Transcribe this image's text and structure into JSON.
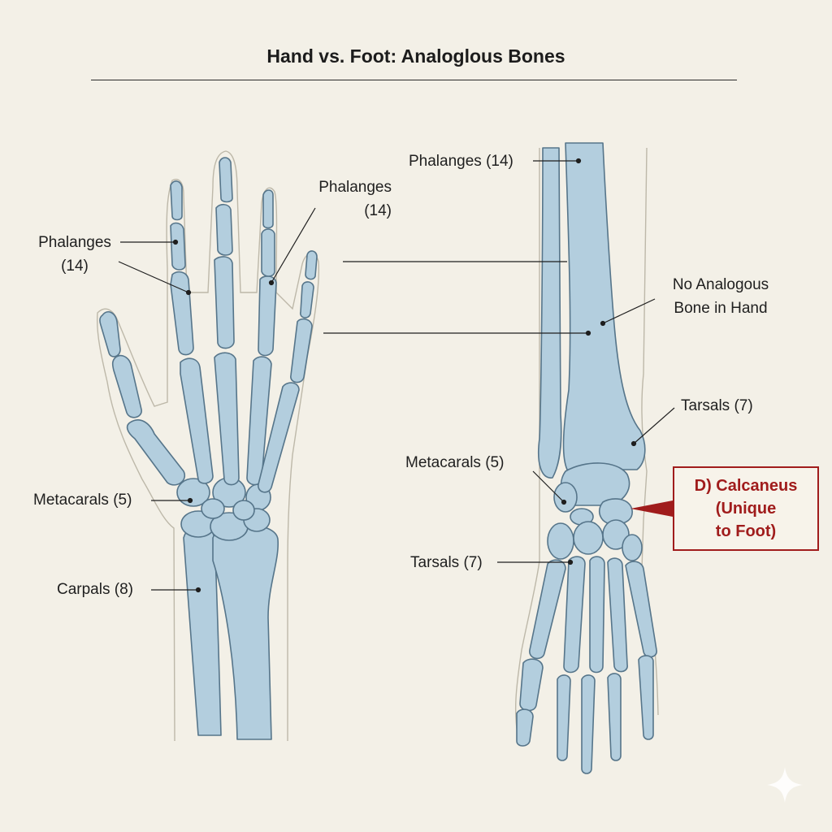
{
  "title": "Hand vs. Foot: Analoglous Bones",
  "colors": {
    "bone_fill": "#b3cede",
    "bone_stroke": "#56758a",
    "outline": "#bdb8a9",
    "leader": "#1f1f1f",
    "accent": "#a01c1c",
    "background": "#f3f0e7"
  },
  "hand_labels": {
    "phalanges_left": [
      "Phalanges",
      "(14)"
    ],
    "phalanges_right": [
      "Phalanges",
      "(14)"
    ],
    "metacarpals": "Metacarals (5)",
    "carpals": "Carpals (8)"
  },
  "foot_labels": {
    "phalanges": "Phalanges (14)",
    "no_analog": [
      "No Analogous",
      "Bone in Hand"
    ],
    "tarsals_upper": "Tarsals (7)",
    "metacarpals": "Metacarals (5)",
    "tarsals_lower": "Tarsals (7)"
  },
  "callout": {
    "text": [
      "D) Calcaneus",
      "(Unique",
      "to Foot)"
    ]
  },
  "watermark_icon": "sparkle-icon"
}
